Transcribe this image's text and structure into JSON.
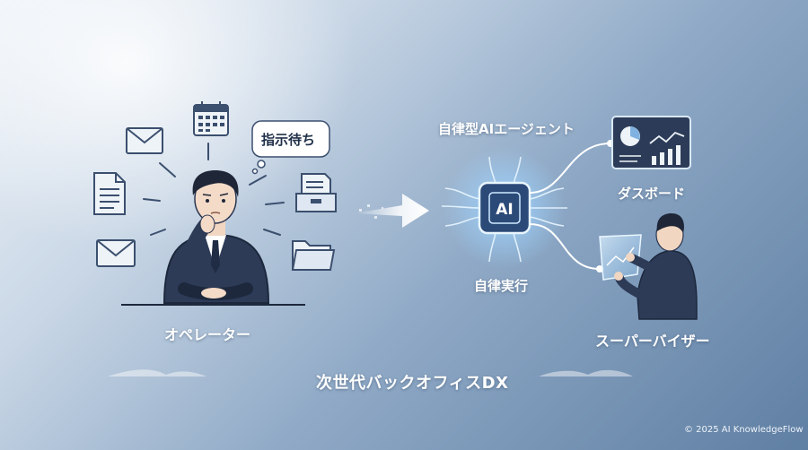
{
  "scene": {
    "operator_label": "オペレーター",
    "speech_bubble": "指示待ち",
    "agent_label": "自律型AIエージェント",
    "chip_text": "AI",
    "autonomous_label": "自律実行",
    "dashboard_label": "ダスボード",
    "supervisor_label": "スーパーバイザー",
    "title": "次世代バックオフィスDX",
    "copyright": "© 2025 AI KnowledgeFlow"
  },
  "icons": [
    "envelope-icon",
    "calendar-icon",
    "document-icon",
    "file-tray-icon",
    "envelope-icon",
    "folder-icon",
    "ai-chip-icon",
    "dashboard-icon",
    "arrow-right-icon"
  ],
  "colors": {
    "accent": "#9fd4ff",
    "suit": "#2d3b57",
    "chip": "#2c4a78",
    "text": "#ffffff"
  }
}
